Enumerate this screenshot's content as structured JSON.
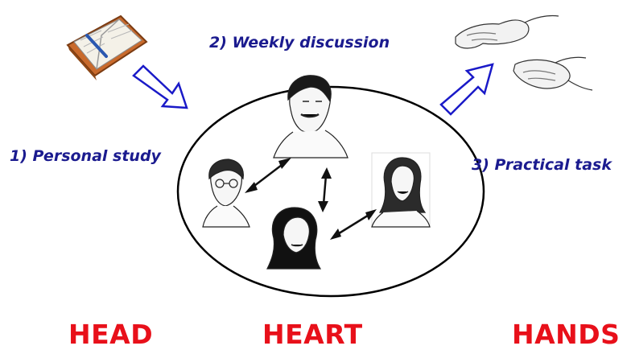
{
  "steps": [
    {
      "label": "1)  Personal study"
    },
    {
      "label": "2) Weekly discussion"
    },
    {
      "label": "3) Practical task"
    }
  ],
  "pillars": [
    {
      "label": "HEAD"
    },
    {
      "label": "HEART"
    },
    {
      "label": "HANDS"
    }
  ],
  "colors": {
    "step_text": "#1b1b8f",
    "pillar_text": "#e8101a",
    "arrow_outline": "#1a1ac8",
    "circle_stroke": "#000000"
  },
  "icons": [
    "open-book-icon",
    "giving-hands-icon",
    "person-portrait-icon",
    "double-arrow-icon"
  ]
}
